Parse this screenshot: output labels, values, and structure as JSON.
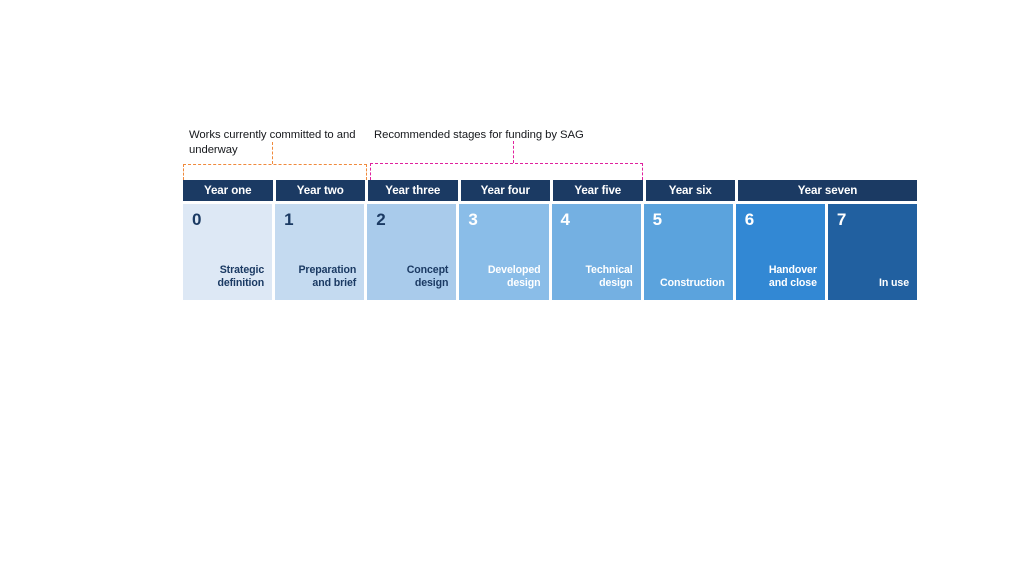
{
  "annotations": [
    {
      "id": "committed",
      "text": "Works currently committed to and underway",
      "color": "#f08a3c"
    },
    {
      "id": "recommended",
      "text": "Recommended stages for funding by SAG",
      "color": "#e0219e"
    }
  ],
  "years": {
    "header_bg": "#1b3a63",
    "header_text_color": "#ffffff",
    "items": [
      {
        "label": "Year one",
        "span": 1
      },
      {
        "label": "Year two",
        "span": 1
      },
      {
        "label": "Year three",
        "span": 1
      },
      {
        "label": "Year four",
        "span": 1
      },
      {
        "label": "Year five",
        "span": 1
      },
      {
        "label": "Year six",
        "span": 1
      },
      {
        "label": "Year seven",
        "span": 2
      }
    ]
  },
  "stages": [
    {
      "number": "0",
      "name": "Strategic\ndefinition",
      "bg": "#dde8f5",
      "num_color": "#1b3a63",
      "name_color": "#1b3a63"
    },
    {
      "number": "1",
      "name": "Preparation\nand brief",
      "bg": "#c4daf0",
      "num_color": "#1b3a63",
      "name_color": "#1b3a63"
    },
    {
      "number": "2",
      "name": "Concept\ndesign",
      "bg": "#a9cbeb",
      "num_color": "#1b3a63",
      "name_color": "#1b3a63"
    },
    {
      "number": "3",
      "name": "Developed\ndesign",
      "bg": "#8abde8",
      "num_color": "#ffffff",
      "name_color": "#ffffff"
    },
    {
      "number": "4",
      "name": "Technical\ndesign",
      "bg": "#74b0e2",
      "num_color": "#ffffff",
      "name_color": "#ffffff"
    },
    {
      "number": "5",
      "name": "Construction",
      "bg": "#5ba3dd",
      "num_color": "#ffffff",
      "name_color": "#ffffff"
    },
    {
      "number": "6",
      "name": "Handover\nand close",
      "bg": "#3288d4",
      "num_color": "#ffffff",
      "name_color": "#ffffff"
    },
    {
      "number": "7",
      "name": "In use",
      "bg": "#2160a0",
      "num_color": "#ffffff",
      "name_color": "#ffffff"
    }
  ]
}
